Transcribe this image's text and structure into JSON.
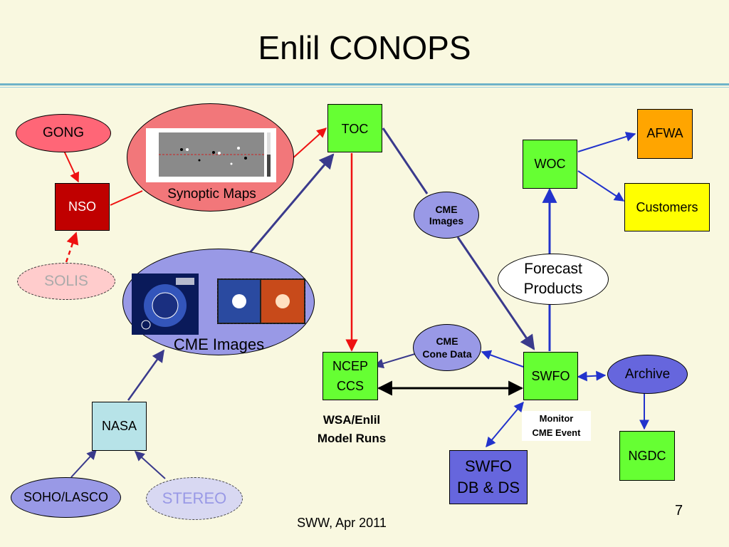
{
  "title": "Enlil CONOPS",
  "footer": "SWW, Apr 2011",
  "page_number": "7",
  "nodes": {
    "gong": "GONG",
    "nso": "NSO",
    "solis": "SOLIS",
    "synoptic_maps": "Synoptic Maps",
    "cme_images_big": "CME Images",
    "nasa": "NASA",
    "soho_lasco": "SOHO/LASCO",
    "stereo": "STEREO",
    "toc": "TOC",
    "cme_images_small": "CME Images",
    "ncep_line1": "NCEP",
    "ncep_line2": "CCS",
    "wsa_line1": "WSA/Enlil",
    "wsa_line2": "Model Runs",
    "cme_cone_line1": "CME",
    "cme_cone_line2": "Cone Data",
    "swfo": "SWFO",
    "monitor_line1": "Monitor",
    "monitor_line2": "CME Event",
    "swfo_db_line1": "SWFO",
    "swfo_db_line2": "DB & DS",
    "forecast_line1": "Forecast",
    "forecast_line2": "Products",
    "woc": "WOC",
    "afwa": "AFWA",
    "customers": "Customers",
    "archive": "Archive",
    "ngdc": "NGDC"
  },
  "colors": {
    "background": "#f9f8e0",
    "green": "#66ff33",
    "red_arrow": "#ee1111",
    "blue_arrow": "#2233cc",
    "navy_arrow": "#333388",
    "lavender": "#9999e6",
    "nso_red": "#c00000",
    "pink": "#ff6677"
  }
}
